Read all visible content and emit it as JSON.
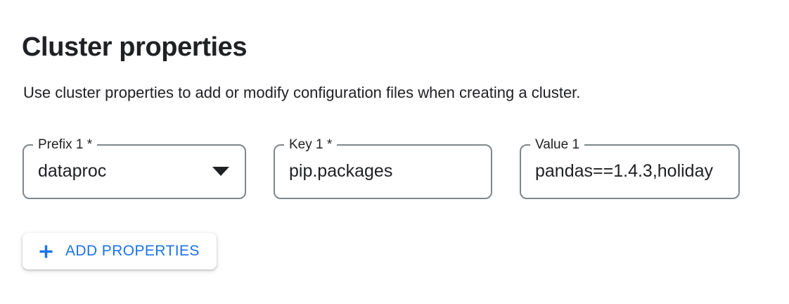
{
  "header": {
    "title": "Cluster properties",
    "description": "Use cluster properties to add or modify configuration files when creating a cluster."
  },
  "form": {
    "fields": [
      {
        "type": "select",
        "label": "Prefix 1 *",
        "value": "dataproc",
        "icon": "arrow-drop-down"
      },
      {
        "type": "text",
        "label": "Key 1 *",
        "value": "pip.packages"
      },
      {
        "type": "text",
        "label": "Value 1",
        "value": "pandas==1.4.3,holiday"
      }
    ],
    "add_button": {
      "label": "ADD PROPERTIES",
      "icon": "plus"
    }
  },
  "colors": {
    "background": "#ffffff",
    "text_primary": "#202124",
    "field_border": "#80868b",
    "accent_blue": "#1a73e8"
  }
}
